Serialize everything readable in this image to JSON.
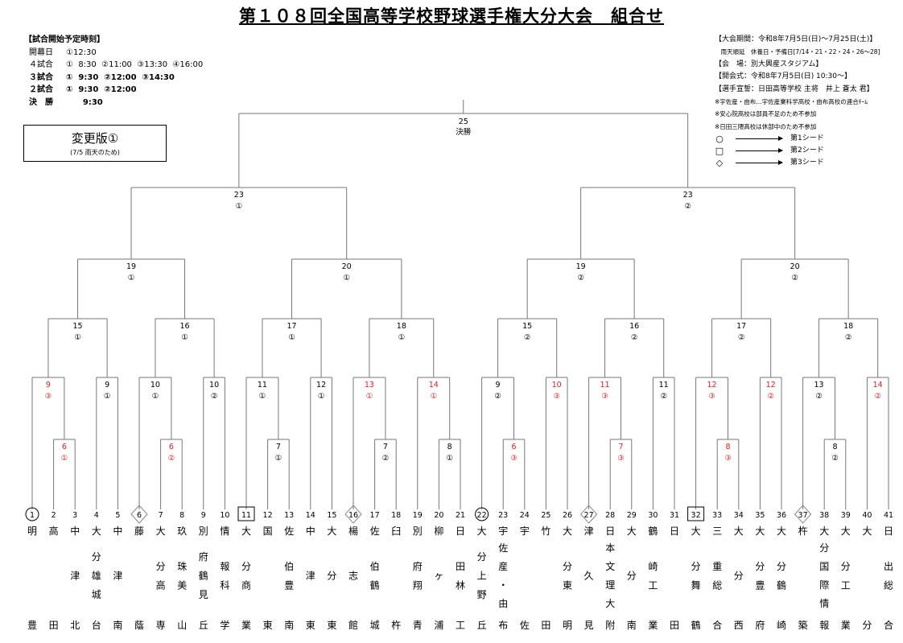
{
  "title": "第１０８回全国高等学校野球選手権大分大会　組合せ",
  "schedule": {
    "heading": "【試合開始予定時刻】",
    "rows": [
      {
        "label": "開幕日",
        "times": "①12:30",
        "bold": false
      },
      {
        "label": "４試合",
        "times": "①  8:30  ②11:00  ③13:30  ④16:00",
        "bold": false
      },
      {
        "label": "３試合",
        "times": "①  9:30  ②12:00  ③14:30",
        "bold": true
      },
      {
        "label": "２試合",
        "times": "①  9:30  ②12:00",
        "bold": true
      },
      {
        "label": "決　勝",
        "times": "      9:30",
        "bold": true
      }
    ]
  },
  "revision": {
    "label": "変更版①",
    "note": "(7/5  雨天のため)"
  },
  "info": [
    {
      "text": "【大会期間：令和8年7月5日(日)～7月25日(土)】",
      "small": false
    },
    {
      "text": "　雨天順延　休養日・予備日[7/14・21・22・24・26～28]",
      "small": true
    },
    {
      "text": "【会　場：別大興産スタジアム】",
      "small": false
    },
    {
      "text": "【開会式：令和8年7月5日(日) 10:30～】",
      "small": false
    },
    {
      "text": "【選手宣誓：日田高等学校 主将　井上 蒼太 君】",
      "small": false
    },
    {
      "text": "※宇佐産・由布…宇佐産業科学高校・由布高校の連合ﾁｰﾑ",
      "small": true
    },
    {
      "text": "※安心院高校は部員不足のため不参加",
      "small": true
    },
    {
      "text": "※日田三隈高校は休部中のため不参加",
      "small": true
    }
  ],
  "legend": [
    {
      "symbol": "○",
      "label": "第1シード"
    },
    {
      "symbol": "□",
      "label": "第2シード"
    },
    {
      "symbol": "◇",
      "label": "第3シード"
    }
  ],
  "colors": {
    "line": "#777777",
    "red": "#e02020",
    "text": "#000000"
  },
  "final": {
    "day": "25",
    "label": "決勝"
  },
  "teams": [
    {
      "n": "1",
      "name": "明豊",
      "seed": "circle"
    },
    {
      "n": "2",
      "name": "高田",
      "seed": ""
    },
    {
      "n": "3",
      "name": "中津北",
      "seed": ""
    },
    {
      "n": "4",
      "name": "大分雄城台",
      "seed": ""
    },
    {
      "n": "5",
      "name": "中津南",
      "seed": ""
    },
    {
      "n": "6",
      "name": "藤蔭",
      "seed": "diamond"
    },
    {
      "n": "7",
      "name": "大分高専",
      "seed": ""
    },
    {
      "n": "8",
      "name": "玖珠美山",
      "seed": ""
    },
    {
      "n": "9",
      "name": "別府鶴見丘",
      "seed": ""
    },
    {
      "n": "10",
      "name": "情報科学",
      "seed": ""
    },
    {
      "n": "11",
      "name": "大分商業",
      "seed": "square"
    },
    {
      "n": "12",
      "name": "国東",
      "seed": ""
    },
    {
      "n": "13",
      "name": "佐伯豊南",
      "seed": ""
    },
    {
      "n": "14",
      "name": "中津東",
      "seed": ""
    },
    {
      "n": "15",
      "name": "大分東",
      "seed": ""
    },
    {
      "n": "16",
      "name": "楊志館",
      "seed": "diamond"
    },
    {
      "n": "17",
      "name": "佐伯鶴城",
      "seed": ""
    },
    {
      "n": "18",
      "name": "臼杵",
      "seed": ""
    },
    {
      "n": "19",
      "name": "別府翔青",
      "seed": ""
    },
    {
      "n": "20",
      "name": "柳ヶ浦",
      "seed": ""
    },
    {
      "n": "21",
      "name": "日田林工",
      "seed": ""
    },
    {
      "n": "22",
      "name": "大分上野丘",
      "seed": "circle"
    },
    {
      "n": "23",
      "name": "宇佐産・由布",
      "seed": ""
    },
    {
      "n": "24",
      "name": "宇佐",
      "seed": ""
    },
    {
      "n": "25",
      "name": "竹田",
      "seed": ""
    },
    {
      "n": "26",
      "name": "大分東明",
      "seed": ""
    },
    {
      "n": "27",
      "name": "津久見",
      "seed": "diamond"
    },
    {
      "n": "28",
      "name": "日本文理大附",
      "seed": ""
    },
    {
      "n": "29",
      "name": "大分南",
      "seed": ""
    },
    {
      "n": "30",
      "name": "鶴崎工業",
      "seed": ""
    },
    {
      "n": "31",
      "name": "日田",
      "seed": ""
    },
    {
      "n": "32",
      "name": "大分舞鶴",
      "seed": "square"
    },
    {
      "n": "33",
      "name": "三重総合",
      "seed": ""
    },
    {
      "n": "34",
      "name": "大分西",
      "seed": ""
    },
    {
      "n": "35",
      "name": "大分豊府",
      "seed": ""
    },
    {
      "n": "36",
      "name": "大分鶴崎",
      "seed": ""
    },
    {
      "n": "37",
      "name": "杵築",
      "seed": "diamond"
    },
    {
      "n": "38",
      "name": "大分国際情報",
      "seed": ""
    },
    {
      "n": "39",
      "name": "大分工業",
      "seed": ""
    },
    {
      "n": "40",
      "name": "大分",
      "seed": ""
    },
    {
      "n": "41",
      "name": "日出総合",
      "seed": ""
    }
  ],
  "matches": {
    "m6a": {
      "day": "6",
      "slot": "①",
      "red": true
    },
    "m6b": {
      "day": "6",
      "slot": "②",
      "red": true
    },
    "m7a": {
      "day": "7",
      "slot": "①",
      "red": false
    },
    "m7b": {
      "day": "7",
      "slot": "②",
      "red": false
    },
    "m8a": {
      "day": "8",
      "slot": "①",
      "red": false
    },
    "m6c": {
      "day": "6",
      "slot": "③",
      "red": true
    },
    "m7c": {
      "day": "7",
      "slot": "③",
      "red": true
    },
    "m8b": {
      "day": "8",
      "slot": "③",
      "red": true
    },
    "m8c": {
      "day": "8",
      "slot": "②",
      "red": false
    },
    "r9a": {
      "day": "9",
      "slot": "③",
      "red": true
    },
    "r9b": {
      "day": "9",
      "slot": "①",
      "red": false
    },
    "r10a": {
      "day": "10",
      "slot": "①",
      "red": false
    },
    "r10b": {
      "day": "10",
      "slot": "②",
      "red": false
    },
    "r11a": {
      "day": "11",
      "slot": "①",
      "red": false
    },
    "r12a": {
      "day": "12",
      "slot": "①",
      "red": false
    },
    "r13a": {
      "day": "13",
      "slot": "①",
      "red": true
    },
    "r14a": {
      "day": "14",
      "slot": "①",
      "red": true
    },
    "r9c": {
      "day": "9",
      "slot": "②",
      "red": false
    },
    "r10c": {
      "day": "10",
      "slot": "③",
      "red": true
    },
    "r11b": {
      "day": "11",
      "slot": "③",
      "red": true
    },
    "r11c": {
      "day": "11",
      "slot": "②",
      "red": false
    },
    "r12b": {
      "day": "12",
      "slot": "③",
      "red": true
    },
    "r12c": {
      "day": "12",
      "slot": "②",
      "red": true
    },
    "r13b": {
      "day": "13",
      "slot": "②",
      "red": false
    },
    "r14b": {
      "day": "14",
      "slot": "②",
      "red": true
    },
    "q15a": {
      "day": "15",
      "slot": "①",
      "red": false
    },
    "q16a": {
      "day": "16",
      "slot": "①",
      "red": false
    },
    "q17a": {
      "day": "17",
      "slot": "①",
      "red": false
    },
    "q18a": {
      "day": "18",
      "slot": "①",
      "red": false
    },
    "q15b": {
      "day": "15",
      "slot": "②",
      "red": false
    },
    "q16b": {
      "day": "16",
      "slot": "②",
      "red": false
    },
    "q17b": {
      "day": "17",
      "slot": "②",
      "red": false
    },
    "q18b": {
      "day": "18",
      "slot": "②",
      "red": false
    },
    "s19a": {
      "day": "19",
      "slot": "①",
      "red": false
    },
    "s20a": {
      "day": "20",
      "slot": "①",
      "red": false
    },
    "s19b": {
      "day": "19",
      "slot": "②",
      "red": false
    },
    "s20b": {
      "day": "20",
      "slot": "②",
      "red": false
    },
    "f23a": {
      "day": "23",
      "slot": "①",
      "red": false
    },
    "f23b": {
      "day": "23",
      "slot": "②",
      "red": false
    }
  }
}
